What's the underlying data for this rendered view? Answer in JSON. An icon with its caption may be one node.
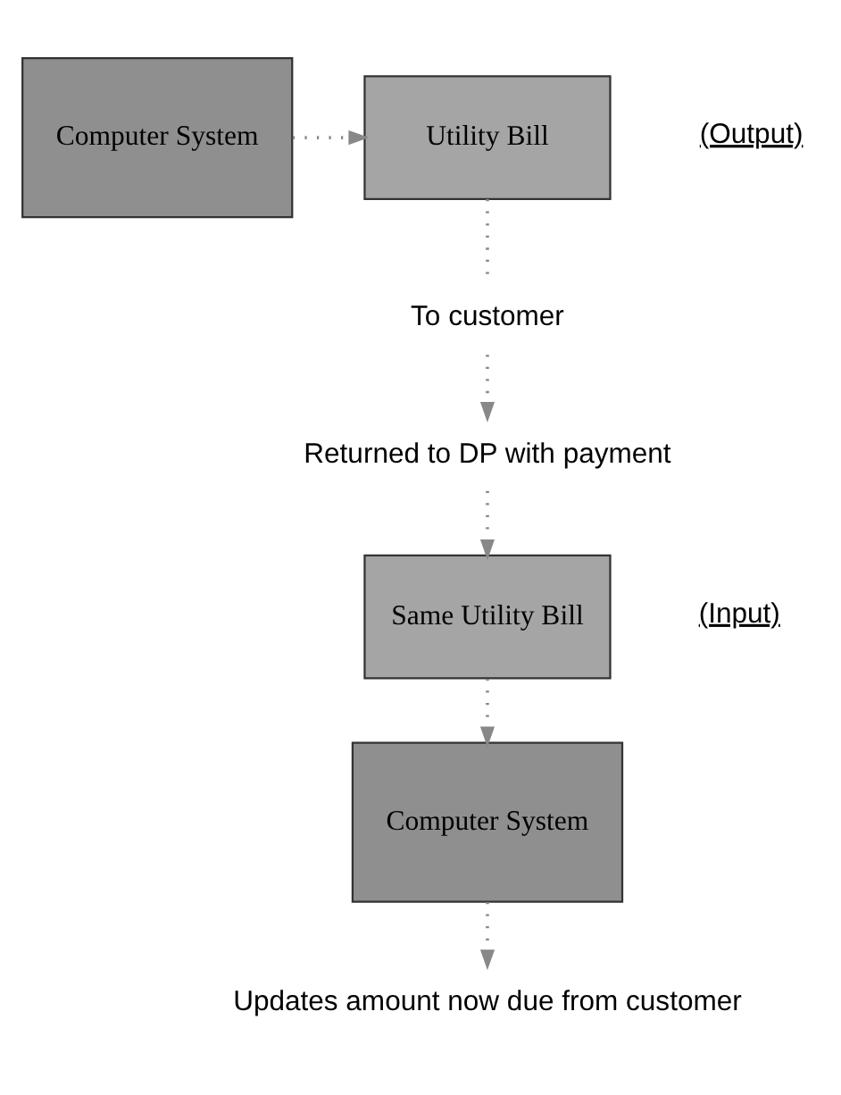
{
  "diagram": {
    "nodes": [
      {
        "text": [
          "Computer System"
        ]
      },
      {
        "text": [
          "Utility Bill"
        ],
        "beside": [
          "(Output)"
        ]
      },
      {
        "text": [
          "To customer"
        ]
      },
      {
        "text": [
          "Returned to DP with payment"
        ]
      },
      {
        "text": [
          "Same Utility Bill"
        ],
        "beside": [
          "(Input)"
        ]
      },
      {
        "text": [
          "Computer System"
        ]
      },
      {
        "text": [
          "Updates amount now due from customer"
        ]
      }
    ],
    "edges": [
      {
        "from": 0,
        "to": 1,
        "arrow": "to"
      },
      {
        "from": 1,
        "to": 2,
        "arrow": "none"
      },
      {
        "from": 2,
        "to": 3,
        "arrow": "to"
      },
      {
        "from": 3,
        "to": 4,
        "arrow": "to"
      },
      {
        "from": 4,
        "to": 5,
        "arrow": "to"
      },
      {
        "from": 5,
        "to": 6,
        "arrow": "to"
      }
    ]
  }
}
